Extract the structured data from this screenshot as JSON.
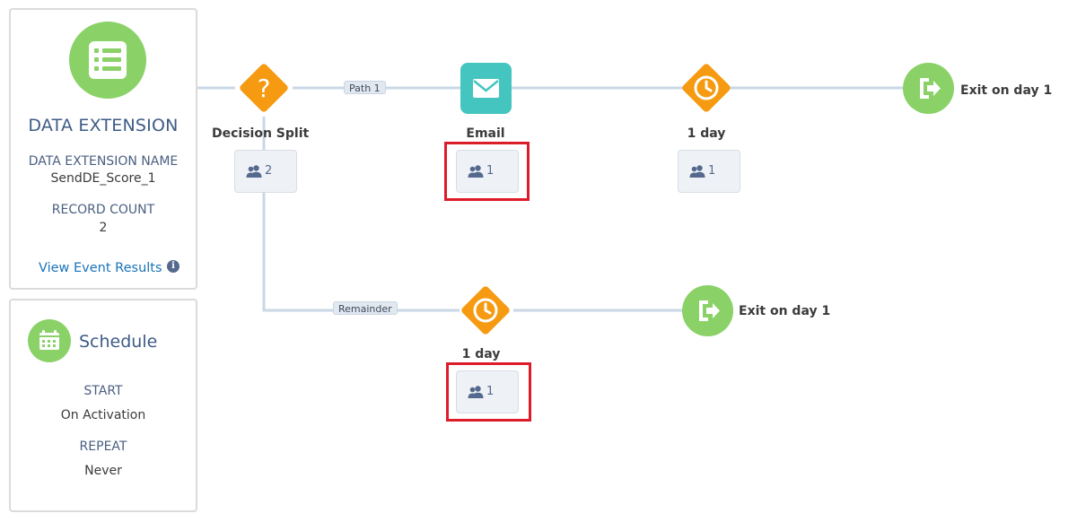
{
  "entry_source": {
    "title": "DATA EXTENSION",
    "name_label": "DATA EXTENSION NAME",
    "name_value": "SendDE_Score_1",
    "count_label": "RECORD COUNT",
    "count_value": "2",
    "view_link": "View Event Results",
    "info_glyph": "i",
    "icon": "list-icon",
    "icon_color": "#8ad167"
  },
  "schedule": {
    "title": "Schedule",
    "start_label": "START",
    "start_value": "On Activation",
    "repeat_label": "REPEAT",
    "repeat_value": "Never",
    "icon": "calendar-icon"
  },
  "paths": {
    "path1": "Path 1",
    "remainder": "Remainder"
  },
  "nodes": {
    "decision": {
      "label": "Decision Split",
      "count": "2",
      "glyph": "?",
      "icon": "question-icon",
      "color": "#f59a11"
    },
    "email": {
      "label": "Email",
      "count": "1",
      "icon": "envelope-icon",
      "color": "#45c5bf"
    },
    "wait_top": {
      "label": "1 day",
      "count": "1",
      "icon": "clock-icon",
      "color": "#f59a11"
    },
    "exit_top": {
      "label": "Exit on day 1",
      "icon": "exit-icon",
      "color": "#8ad167"
    },
    "wait_bottom": {
      "label": "1 day",
      "count": "1",
      "icon": "clock-icon",
      "color": "#f59a11"
    },
    "exit_bottom": {
      "label": "Exit on day 1",
      "icon": "exit-icon",
      "color": "#8ad167"
    }
  },
  "colors": {
    "highlight": "#dd1c2a",
    "connector": "#c9d7e6"
  }
}
